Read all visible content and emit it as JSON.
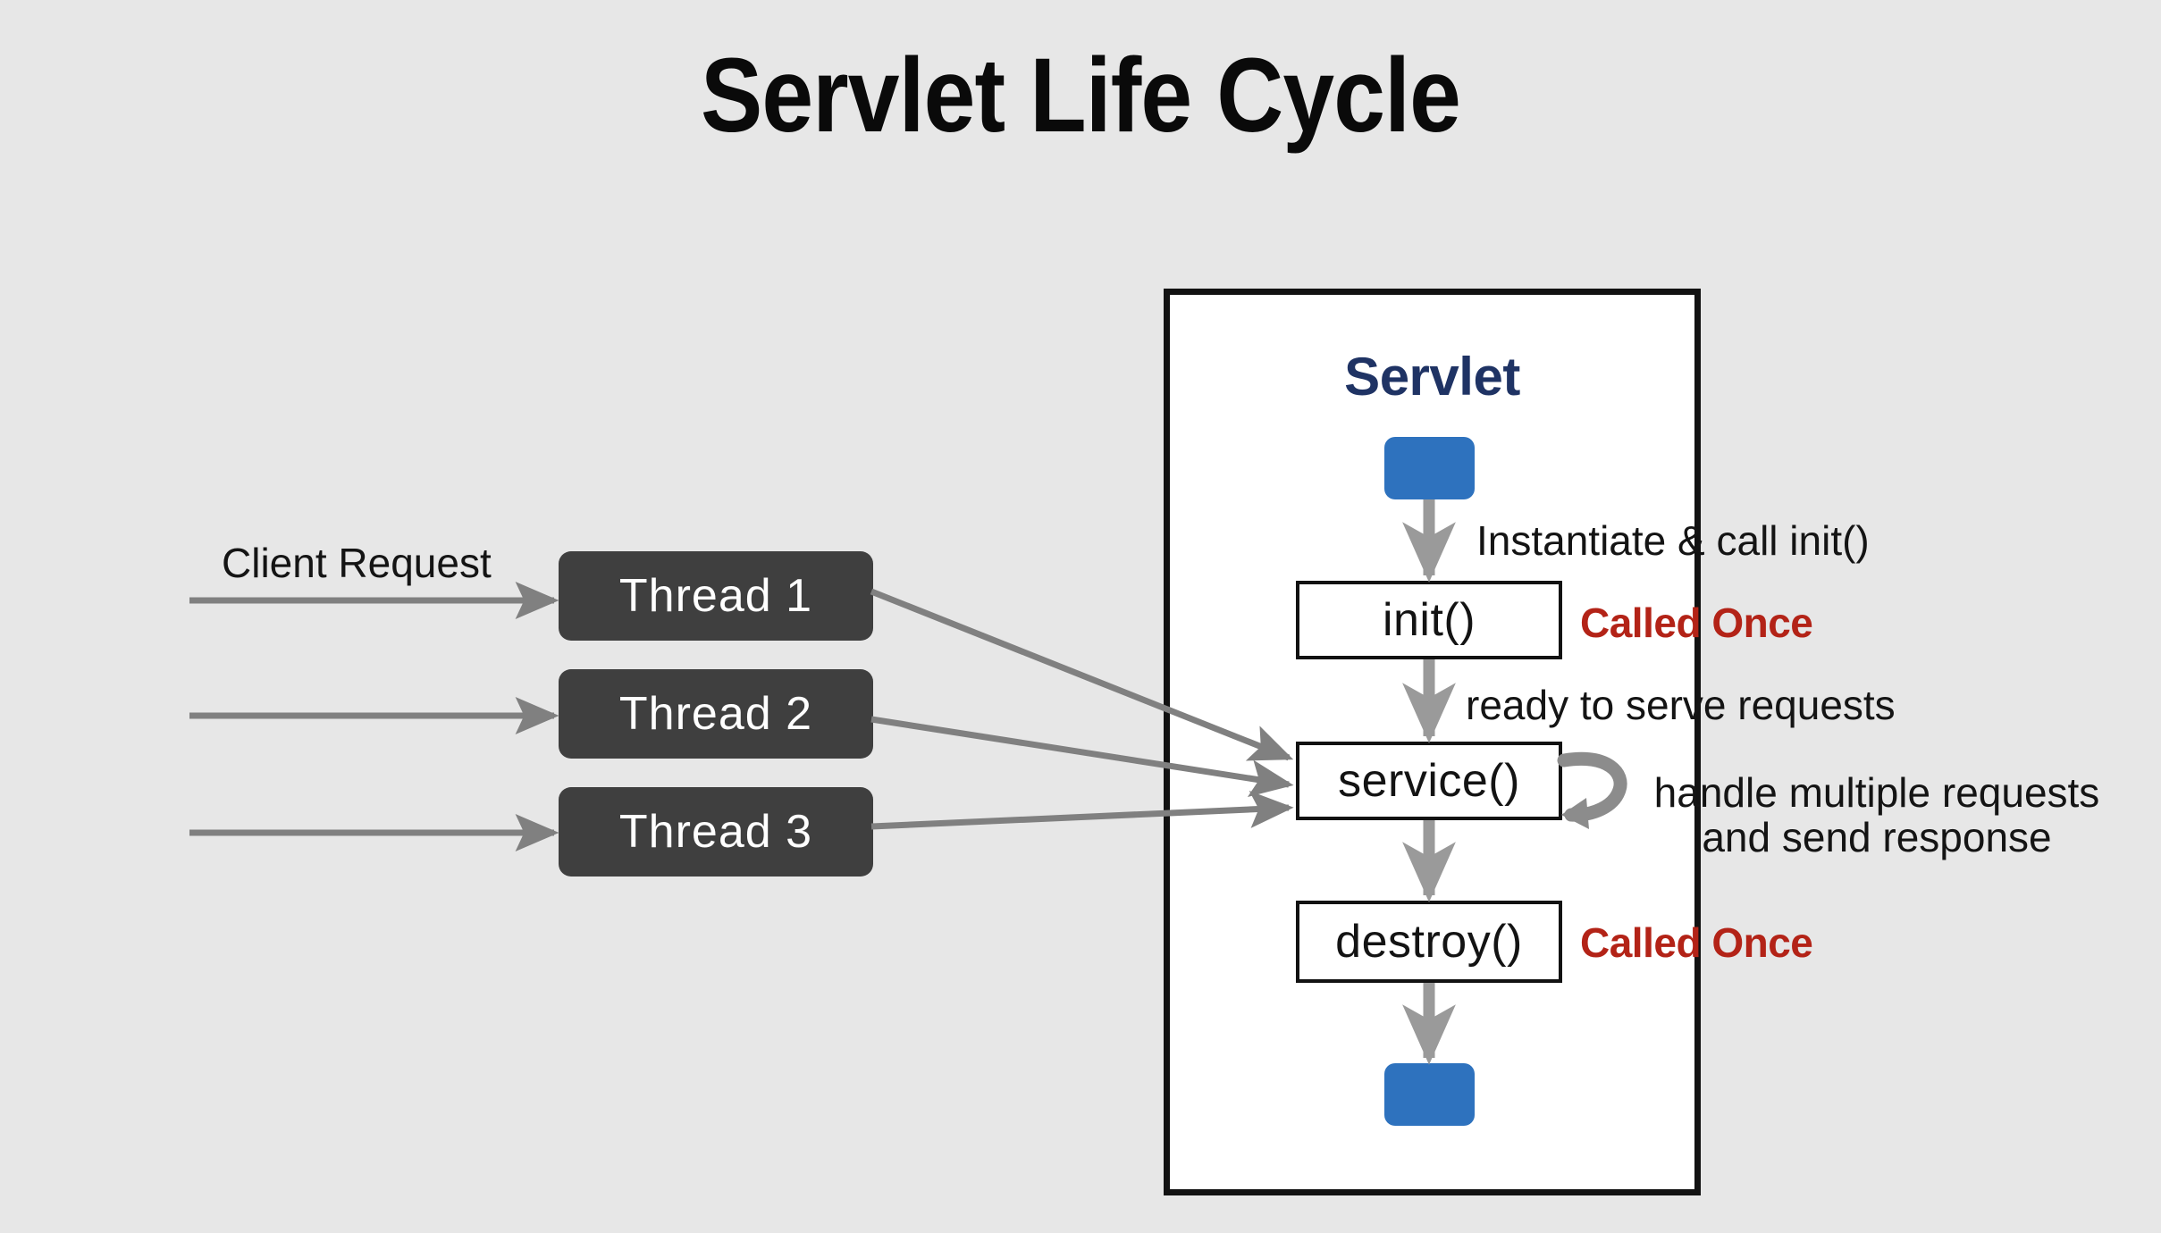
{
  "page": {
    "title": "Servlet Life Cycle",
    "background_color": "#E7E7E7"
  },
  "colors": {
    "title_text": "#0A0A0A",
    "servlet_label": "#1F3364",
    "blue_chip": "#2E72BE",
    "thread_box": "#3F3F3F",
    "thread_text": "#FFFFFF",
    "called_once_red": "#B32317",
    "arrow_gray": "#808080",
    "box_border": "#121212",
    "canvas_white": "#FFFFFF"
  },
  "client_side": {
    "request_label": "Client Request",
    "threads": [
      {
        "label": "Thread 1"
      },
      {
        "label": "Thread 2"
      },
      {
        "label": "Thread 3"
      }
    ]
  },
  "servlet": {
    "label": "Servlet",
    "lifecycle": [
      {
        "name": "init()",
        "note": "Called Once"
      },
      {
        "name": "service()",
        "note": ""
      },
      {
        "name": "destroy()",
        "note": "Called Once"
      }
    ],
    "transitions": {
      "instantiate": "Instantiate & call init()",
      "ready": "ready to serve requests",
      "handle_line1": "handle multiple requests",
      "handle_line2": "and send response"
    },
    "start_marker": "blue-start-chip",
    "end_marker": "blue-end-chip",
    "loop_icon": "loop-arrow-icon"
  }
}
